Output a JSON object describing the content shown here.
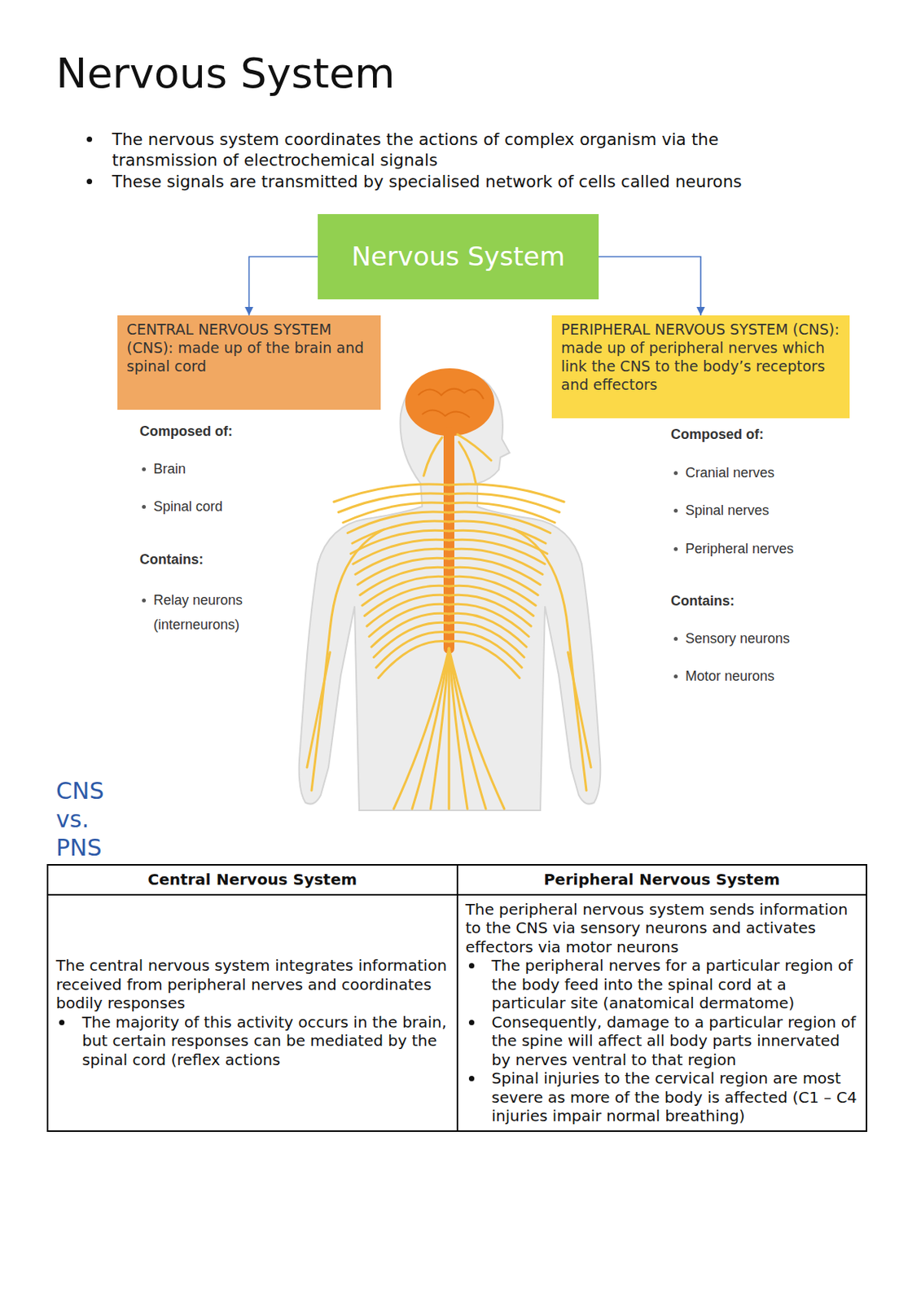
{
  "diagram": {
    "title": "Nervous System",
    "nodes": [
      {
        "text": [
          "Nervous System"
        ]
      },
      {
        "text": [
          "CENTRAL NERVOUS SYSTEM (CNS): made up of the brain and spinal cord"
        ]
      },
      {
        "text": [
          "PERIPHERAL NERVOUS SYSTEM (CNS): made up of peripheral nerves which link the CNS to the body’s receptors and effectors"
        ]
      }
    ],
    "edges": [
      {
        "from": 0,
        "to": 1,
        "arrow": "to"
      },
      {
        "from": 0,
        "to": 2,
        "arrow": "to"
      }
    ],
    "labels": [
      "The nervous system coordinates the actions of complex organism via the transmission of electrochemical signals",
      "These signals are transmitted by specialised network of cells called neurons",
      "Composed of:",
      "Brain",
      "Spinal cord",
      "Contains:",
      "Relay neurons (interneurons)",
      "Composed of:",
      "Cranial nerves",
      "Spinal nerves",
      "Peripheral nerves",
      "Contains:",
      "Sensory neurons",
      "Motor neurons",
      "CNS vs. PNS",
      "Central Nervous System",
      "Peripheral Nervous System",
      "The central nervous system integrates information received from peripheral nerves and coordinates bodily responses",
      "The majority of this activity occurs in the brain, but certain responses can be mediated by the spinal cord (reflex actions",
      "The peripheral nervous system sends information to the CNS via sensory neurons and activates effectors via motor neurons",
      "The peripheral nerves for a particular region of the body feed into the spinal cord at a particular site (anatomical dermatome)",
      "Consequently, damage to a particular region of the spine will affect all body parts innervated by nerves ventral to that region",
      "Spinal injuries to the cervical region are most severe as more of the body is affected (C1 – C4 injuries impair normal breathing)"
    ]
  }
}
